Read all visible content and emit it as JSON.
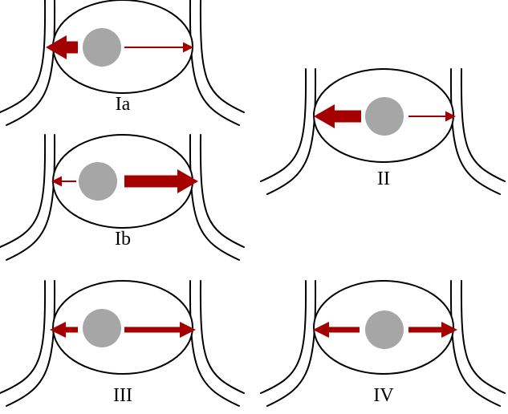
{
  "colors": {
    "arrow": "#a50000",
    "nucleus": "#a6a6a6",
    "outline": "#000000",
    "background": "#ffffff"
  },
  "panels": [
    {
      "id": "Ia",
      "label": "Ia",
      "left_arrow": {
        "thickness": "thick"
      },
      "right_arrow": {
        "thickness": "thin"
      }
    },
    {
      "id": "Ib",
      "label": "Ib",
      "left_arrow": {
        "thickness": "thin"
      },
      "right_arrow": {
        "thickness": "thick"
      }
    },
    {
      "id": "II",
      "label": "II",
      "left_arrow": {
        "thickness": "thick"
      },
      "right_arrow": {
        "thickness": "thin"
      }
    },
    {
      "id": "III",
      "label": "III",
      "left_arrow": {
        "thickness": "medium"
      },
      "right_arrow": {
        "thickness": "medium"
      }
    },
    {
      "id": "IV",
      "label": "IV",
      "left_arrow": {
        "thickness": "medium"
      },
      "right_arrow": {
        "thickness": "medium"
      }
    }
  ]
}
